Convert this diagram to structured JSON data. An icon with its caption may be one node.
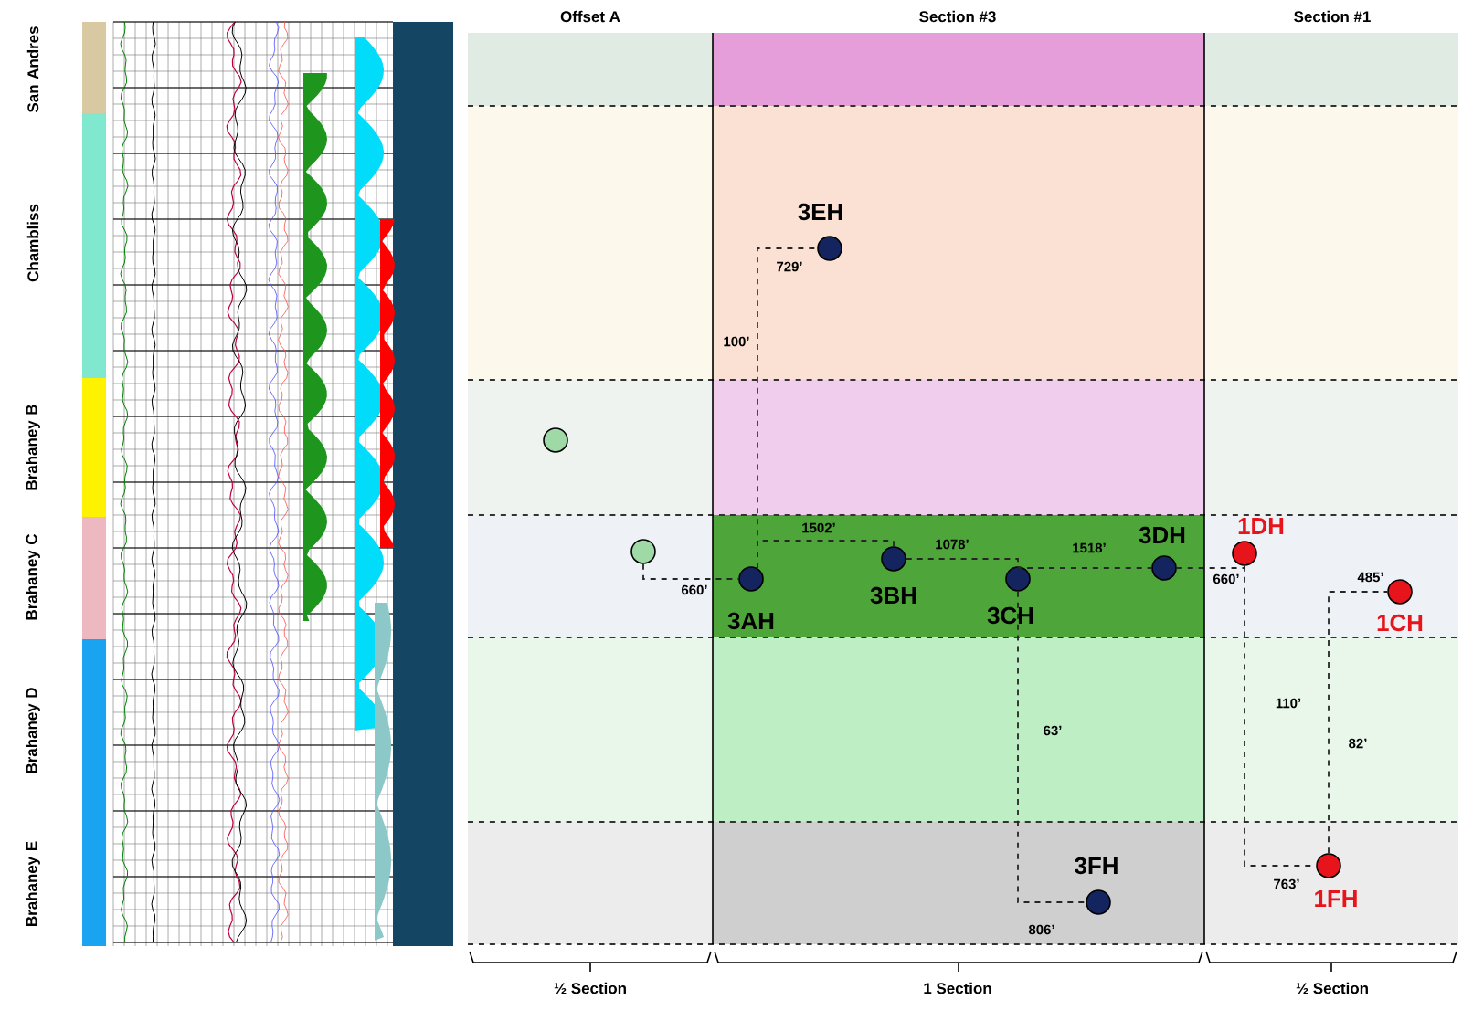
{
  "diagram": {
    "nodes": [
      {
        "text": [],
        "shape": "circle",
        "beside": [
          "3EH"
        ]
      },
      {
        "text": [],
        "shape": "circle"
      },
      {
        "text": [],
        "shape": "circle"
      },
      {
        "text": [],
        "shape": "circle",
        "beside": [
          "3AH"
        ]
      },
      {
        "text": [],
        "shape": "circle",
        "beside": [
          "3BH"
        ]
      },
      {
        "text": [],
        "shape": "circle",
        "beside": [
          "3CH"
        ]
      },
      {
        "text": [],
        "shape": "circle",
        "beside": [
          "3DH"
        ]
      },
      {
        "text": [],
        "shape": "circle",
        "beside": [
          "1DH"
        ]
      },
      {
        "text": [],
        "shape": "circle",
        "beside": [
          "1CH"
        ]
      },
      {
        "text": [],
        "shape": "circle",
        "beside": [
          "1FH"
        ]
      },
      {
        "text": [],
        "shape": "circle",
        "beside": [
          "3FH"
        ]
      }
    ],
    "edges": [
      {
        "from": 2,
        "to": 3,
        "arrow": "none",
        "style": "dashed",
        "label": "660’"
      },
      {
        "from": 3,
        "to": 0,
        "arrow": "none",
        "style": "dashed",
        "label": "100’"
      },
      {
        "from": 3,
        "to": 4,
        "arrow": "none",
        "style": "dashed",
        "label": "1502’"
      },
      {
        "from": 4,
        "to": 5,
        "arrow": "none",
        "style": "dashed",
        "label": "1078’"
      },
      {
        "from": 5,
        "to": 6,
        "arrow": "none",
        "style": "dashed",
        "label": "1518’"
      },
      {
        "from": 6,
        "to": 7,
        "arrow": "none",
        "style": "dashed",
        "label": "660’"
      },
      {
        "from": 5,
        "to": 10,
        "arrow": "none",
        "style": "dashed",
        "label": "63’"
      },
      {
        "from": 7,
        "to": 9,
        "arrow": "none",
        "style": "dashed",
        "label": "110’"
      },
      {
        "from": 9,
        "to": 8,
        "arrow": "none",
        "style": "dashed",
        "label": "82’"
      }
    ],
    "labels": [
      "Offset A",
      "Section #3",
      "Section #1",
      "San Andres",
      "Chambliss",
      "Brahaney B",
      "Brahaney C",
      "Brahaney D",
      "Brahaney E",
      "729’",
      "806’",
      "763’",
      "485’",
      "½ Section",
      "1 Section",
      "½ Section"
    ]
  }
}
